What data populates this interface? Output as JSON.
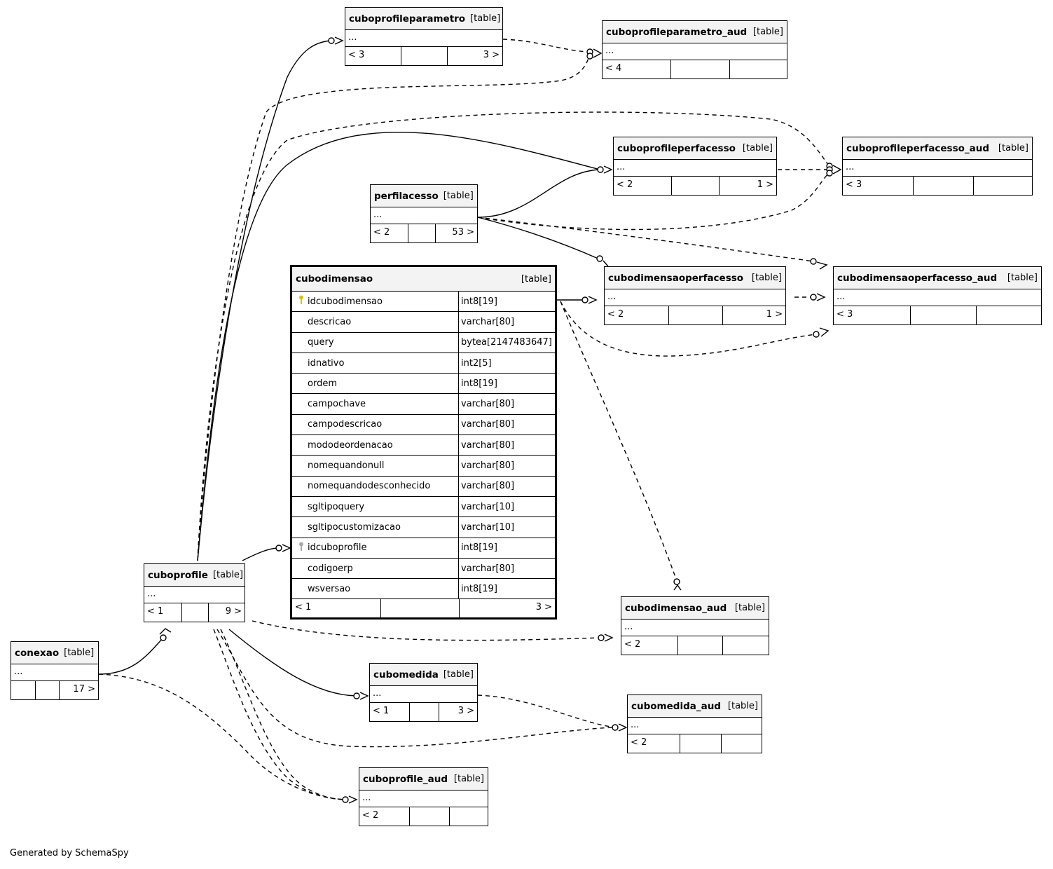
{
  "footer": "Generated by SchemaSpy",
  "table_label": "[table]",
  "placeholder": "...",
  "tables": {
    "cuboprofileparametro": {
      "name": "cuboprofileparametro",
      "footer": [
        "< 3",
        "",
        "3 >"
      ]
    },
    "cuboprofileparametro_aud": {
      "name": "cuboprofileparametro_aud",
      "footer": [
        "< 4",
        "",
        ""
      ]
    },
    "cuboprofileperfacesso": {
      "name": "cuboprofileperfacesso",
      "footer": [
        "< 2",
        "",
        "1 >"
      ]
    },
    "cuboprofileperfacesso_aud": {
      "name": "cuboprofileperfacesso_aud",
      "footer": [
        "< 3",
        "",
        ""
      ]
    },
    "perfilacesso": {
      "name": "perfilacesso",
      "footer": [
        "< 2",
        "",
        "53 >"
      ]
    },
    "cubodimensaoperfacesso": {
      "name": "cubodimensaoperfacesso",
      "footer": [
        "< 2",
        "",
        "1 >"
      ]
    },
    "cubodimensaoperfacesso_aud": {
      "name": "cubodimensaoperfacesso_aud",
      "footer": [
        "< 3",
        "",
        ""
      ]
    },
    "cubodimensao": {
      "name": "cubodimensao",
      "footer": [
        "< 1",
        "",
        "3 >"
      ],
      "columns": [
        {
          "name": "idcubodimensao",
          "type": "int8[19]",
          "key": "primary-key-icon"
        },
        {
          "name": "descricao",
          "type": "varchar[80]",
          "key": ""
        },
        {
          "name": "query",
          "type": "bytea[2147483647]",
          "key": ""
        },
        {
          "name": "idnativo",
          "type": "int2[5]",
          "key": ""
        },
        {
          "name": "ordem",
          "type": "int8[19]",
          "key": ""
        },
        {
          "name": "campochave",
          "type": "varchar[80]",
          "key": ""
        },
        {
          "name": "campodescricao",
          "type": "varchar[80]",
          "key": ""
        },
        {
          "name": "mododeordenacao",
          "type": "varchar[80]",
          "key": ""
        },
        {
          "name": "nomequandonull",
          "type": "varchar[80]",
          "key": ""
        },
        {
          "name": "nomequandodesconhecido",
          "type": "varchar[80]",
          "key": ""
        },
        {
          "name": "sgltipoquery",
          "type": "varchar[10]",
          "key": ""
        },
        {
          "name": "sgltipocustomizacao",
          "type": "varchar[10]",
          "key": ""
        },
        {
          "name": "idcuboprofile",
          "type": "int8[19]",
          "key": "foreign-key-icon"
        },
        {
          "name": "codigoerp",
          "type": "varchar[80]",
          "key": ""
        },
        {
          "name": "wsversao",
          "type": "int8[19]",
          "key": ""
        }
      ]
    },
    "cuboprofile": {
      "name": "cuboprofile",
      "footer": [
        "< 1",
        "",
        "9 >"
      ]
    },
    "cubodimensao_aud": {
      "name": "cubodimensao_aud",
      "footer": [
        "< 2",
        "",
        ""
      ]
    },
    "conexao": {
      "name": "conexao",
      "footer": [
        "",
        "",
        "17 >"
      ]
    },
    "cubomedida": {
      "name": "cubomedida",
      "footer": [
        "< 1",
        "",
        "3 >"
      ]
    },
    "cubomedida_aud": {
      "name": "cubomedida_aud",
      "footer": [
        "< 2",
        "",
        ""
      ]
    },
    "cuboprofile_aud": {
      "name": "cuboprofile_aud",
      "footer": [
        "< 2",
        "",
        ""
      ]
    }
  }
}
